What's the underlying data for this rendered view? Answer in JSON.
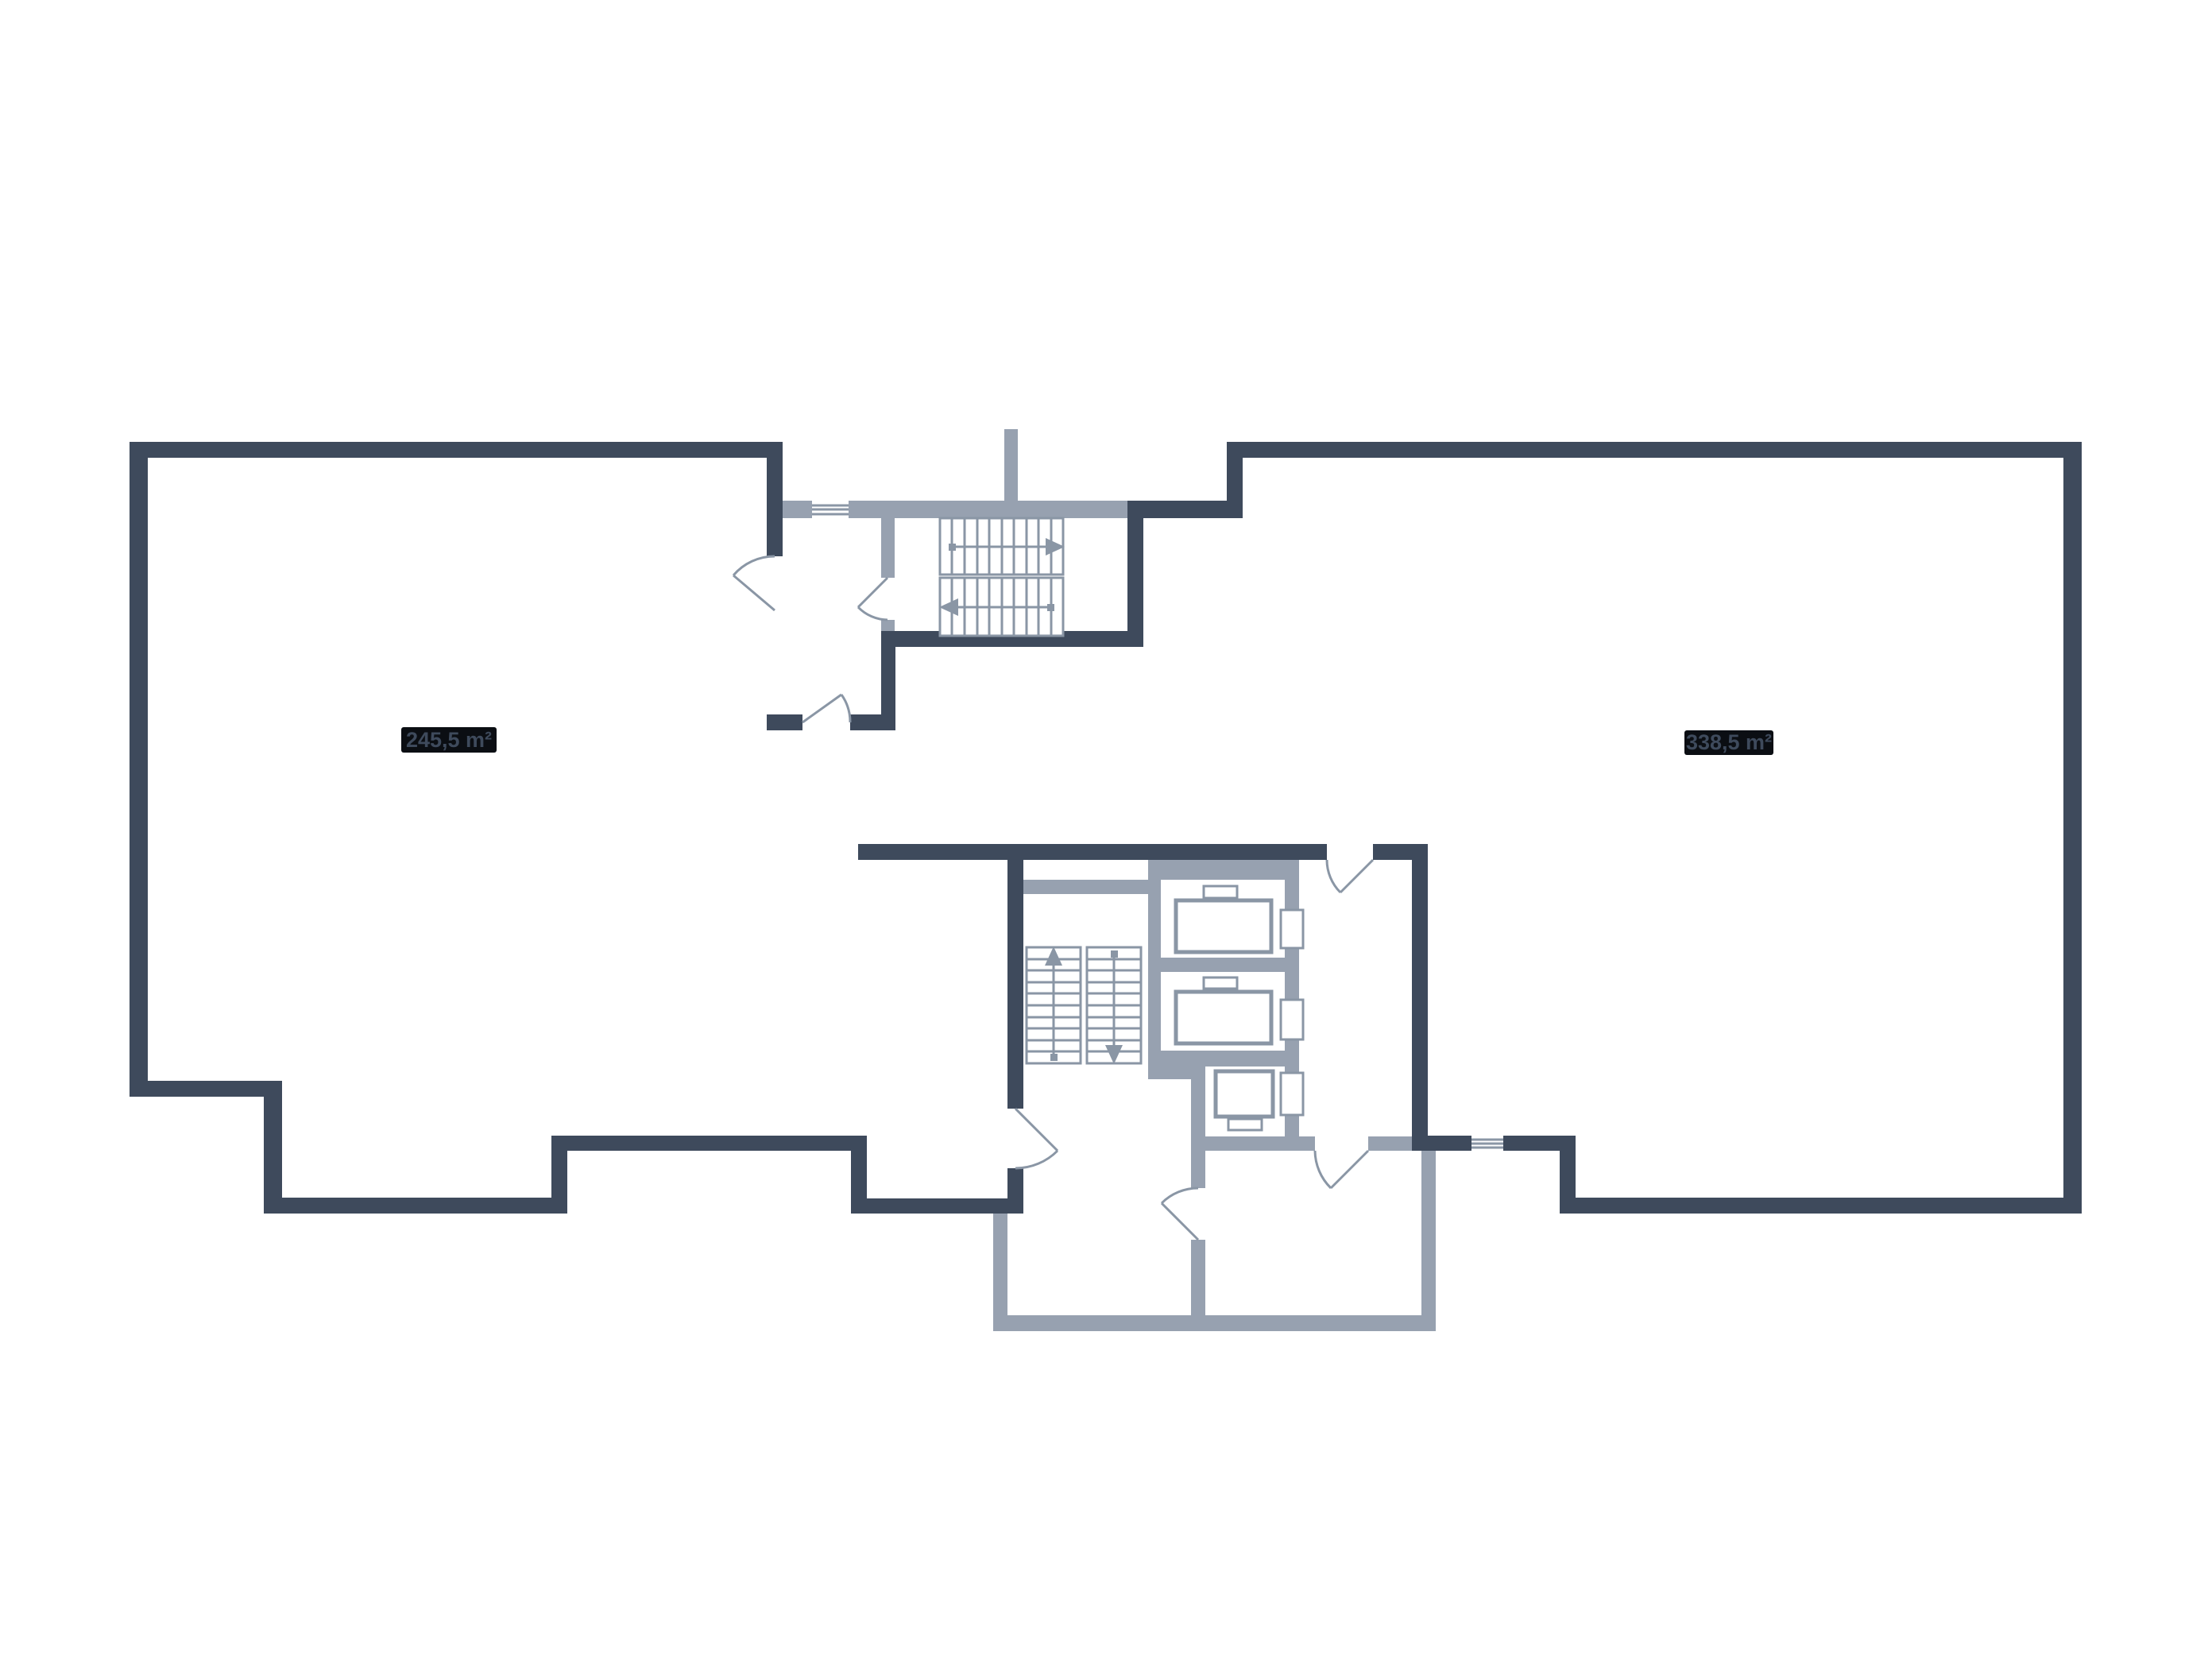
{
  "page": {
    "background": "#FFFFFF"
  },
  "floorplan": {
    "kind": "building floor plan",
    "rooms": [
      {
        "id": "left-room",
        "area_label": "245,5 m²"
      },
      {
        "id": "right-room",
        "area_label": "338,5 m²"
      }
    ],
    "features": {
      "staircases": [
        "upper-two-flight-stair",
        "lower-two-flight-stair"
      ],
      "elevators": 3,
      "windows": 2,
      "door_swings": 7
    },
    "colors": {
      "wall_dark": "#3E4A5C",
      "wall_gray": "#97A1B0",
      "symbol_line": "#8A96A5",
      "label_text": "#3E4A5C",
      "label_badge": "#0B0E13",
      "floor": "#FFFFFF"
    }
  }
}
